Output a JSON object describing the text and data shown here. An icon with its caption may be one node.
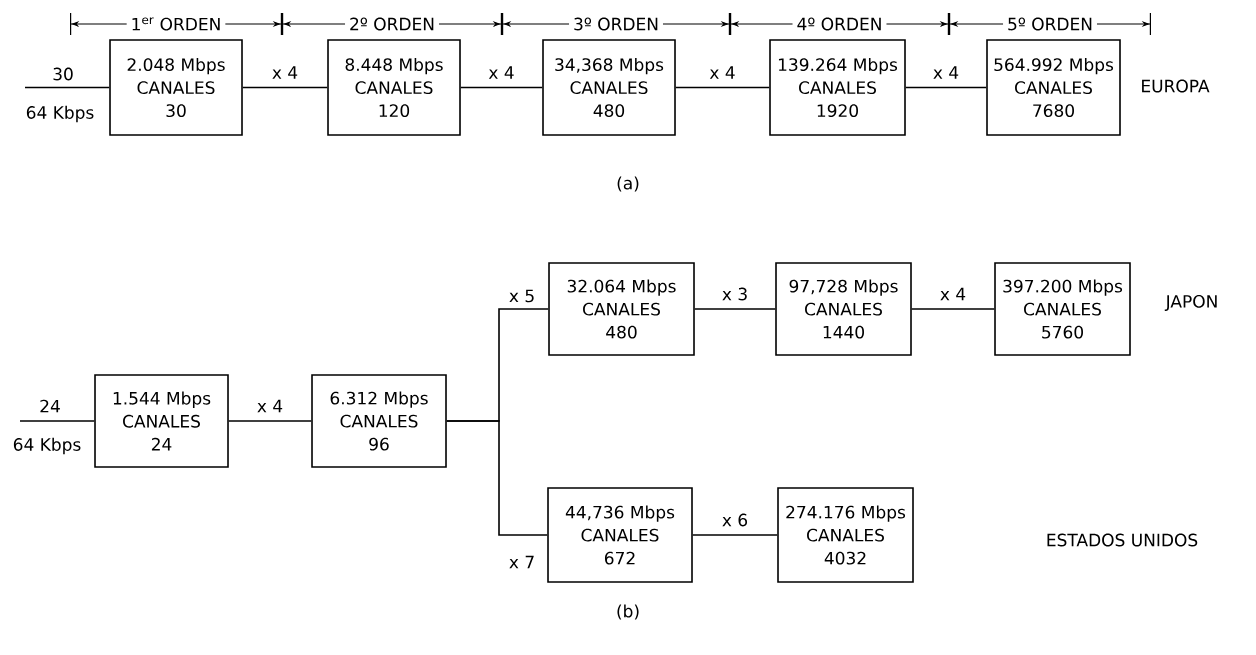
{
  "diagram": {
    "nodes": [
      {
        "text": [
          "2.048 Mbps",
          "CANALES",
          "30"
        ]
      },
      {
        "text": [
          "8.448 Mbps",
          "CANALES",
          "120"
        ]
      },
      {
        "text": [
          "34,368 Mbps",
          "CANALES",
          "480"
        ]
      },
      {
        "text": [
          "139.264 Mbps",
          "CANALES",
          "1920"
        ]
      },
      {
        "text": [
          "564.992 Mbps",
          "CANALES",
          "7680"
        ]
      },
      {
        "text": [
          "1.544 Mbps",
          "CANALES",
          "24"
        ]
      },
      {
        "text": [
          "6.312 Mbps",
          "CANALES",
          "96"
        ]
      },
      {
        "text": [
          "32.064 Mbps",
          "CANALES",
          "480"
        ]
      },
      {
        "text": [
          "97,728 Mbps",
          "CANALES",
          "1440"
        ]
      },
      {
        "text": [
          "397.200 Mbps",
          "CANALES",
          "5760"
        ]
      },
      {
        "text": [
          "44,736 Mbps",
          "CANALES",
          "672"
        ]
      },
      {
        "text": [
          "274.176 Mbps",
          "CANALES",
          "4032"
        ]
      }
    ],
    "edges": [
      {
        "from": null,
        "to": 0,
        "arrow": "none",
        "label": "30"
      },
      {
        "from": 0,
        "to": 1,
        "arrow": "none",
        "label": "x 4"
      },
      {
        "from": 1,
        "to": 2,
        "arrow": "none",
        "label": "x 4"
      },
      {
        "from": 2,
        "to": 3,
        "arrow": "none",
        "label": "x 4"
      },
      {
        "from": 3,
        "to": 4,
        "arrow": "none",
        "label": "x 4"
      },
      {
        "from": null,
        "to": 5,
        "arrow": "none",
        "label": "24"
      },
      {
        "from": 5,
        "to": 6,
        "arrow": "none",
        "label": "x 4"
      },
      {
        "from": 6,
        "to": 7,
        "arrow": "none",
        "label": "x 5"
      },
      {
        "from": 6,
        "to": 10,
        "arrow": "none",
        "label": "x 7"
      },
      {
        "from": 7,
        "to": 8,
        "arrow": "none",
        "label": "x 3"
      },
      {
        "from": 8,
        "to": 9,
        "arrow": "none",
        "label": "x 4"
      },
      {
        "from": 10,
        "to": 11,
        "arrow": "none",
        "label": "x 6"
      }
    ],
    "labels": [
      "1$^{er}$ ORDEN",
      "2º ORDEN",
      "3º ORDEN",
      "4º ORDEN",
      "5º ORDEN",
      "64 Kbps",
      "EUROPA",
      "(a)",
      "64 Kbps",
      "JAPON",
      "ESTADOS UNIDOS",
      "(b)"
    ]
  }
}
